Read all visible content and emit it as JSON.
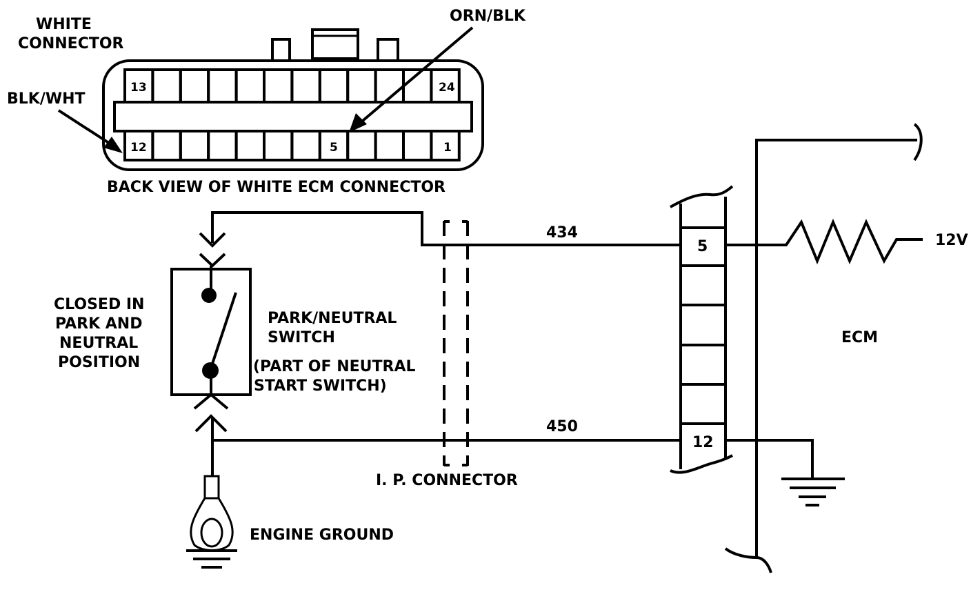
{
  "labels": {
    "white_connector": [
      "WHITE",
      "CONNECTOR"
    ],
    "blk_wht": "BLK/WHT",
    "orn_blk": "ORN/BLK",
    "back_view": "BACK VIEW OF WHITE ECM CONNECTOR",
    "closed_in": [
      "CLOSED IN",
      "PARK AND",
      "NEUTRAL",
      "POSITION"
    ],
    "switch_name": [
      "PARK/NEUTRAL",
      "SWITCH"
    ],
    "switch_part": [
      "(PART OF NEUTRAL",
      "START SWITCH)"
    ],
    "ip_connector": "I. P. CONNECTOR",
    "engine_ground": "ENGINE GROUND",
    "ecm": "ECM",
    "voltage": "12V"
  },
  "connector_pins": {
    "top_left": "13",
    "top_right": "24",
    "bottom_left": "12",
    "bottom_mid": "5",
    "bottom_right": "1"
  },
  "circuits": {
    "wire_top": "434",
    "wire_bottom": "450"
  },
  "ecm_pins": {
    "top": "5",
    "bottom": "12"
  }
}
